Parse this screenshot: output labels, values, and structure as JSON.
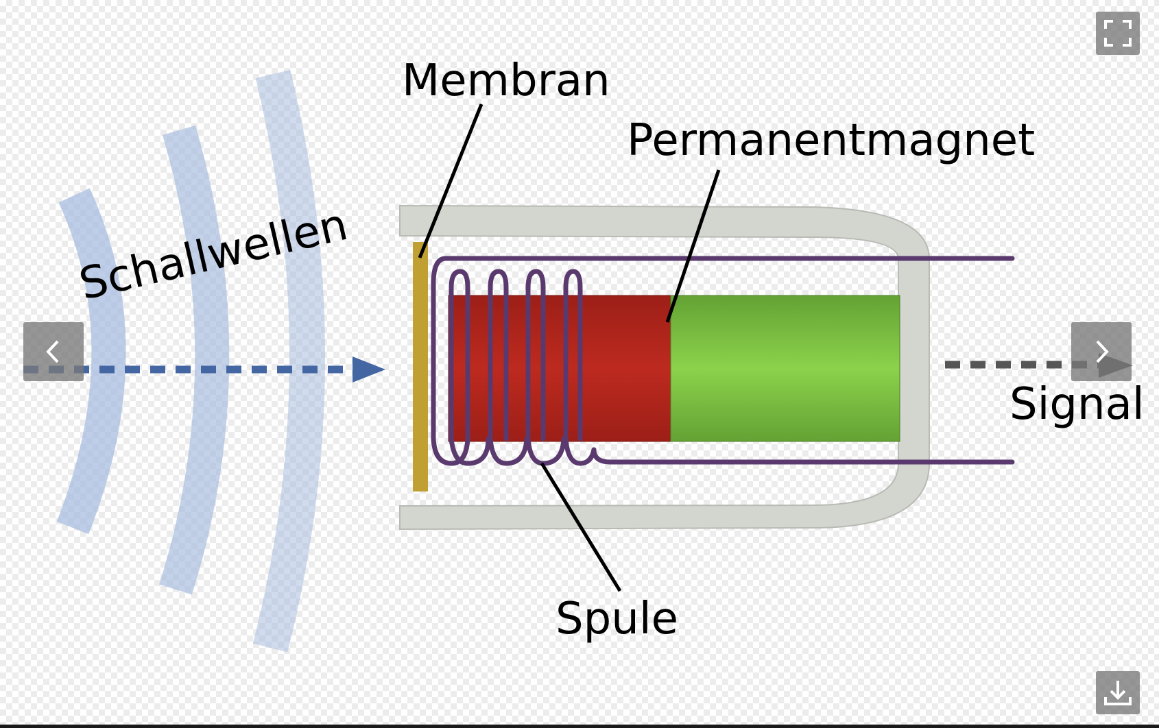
{
  "diagram": {
    "labels": {
      "membrane": "Membran",
      "magnet": "Permanentmagnet",
      "sound_waves": "Schallwellen",
      "signal": "Signal",
      "coil": "Spule"
    },
    "colors": {
      "membrane": "#c0a033",
      "magnet_red": "#b5251c",
      "magnet_green": "#7cc444",
      "coil": "#5a3a6e",
      "housing": "#d3d5cf",
      "wave": "#a9bde0",
      "input_arrow": "#4466a3",
      "output_arrow": "#555555"
    }
  },
  "viewer_controls": {
    "fullscreen_icon": "fullscreen-icon",
    "prev_icon": "chevron-left-icon",
    "next_icon": "chevron-right-icon",
    "download_icon": "download-icon"
  }
}
